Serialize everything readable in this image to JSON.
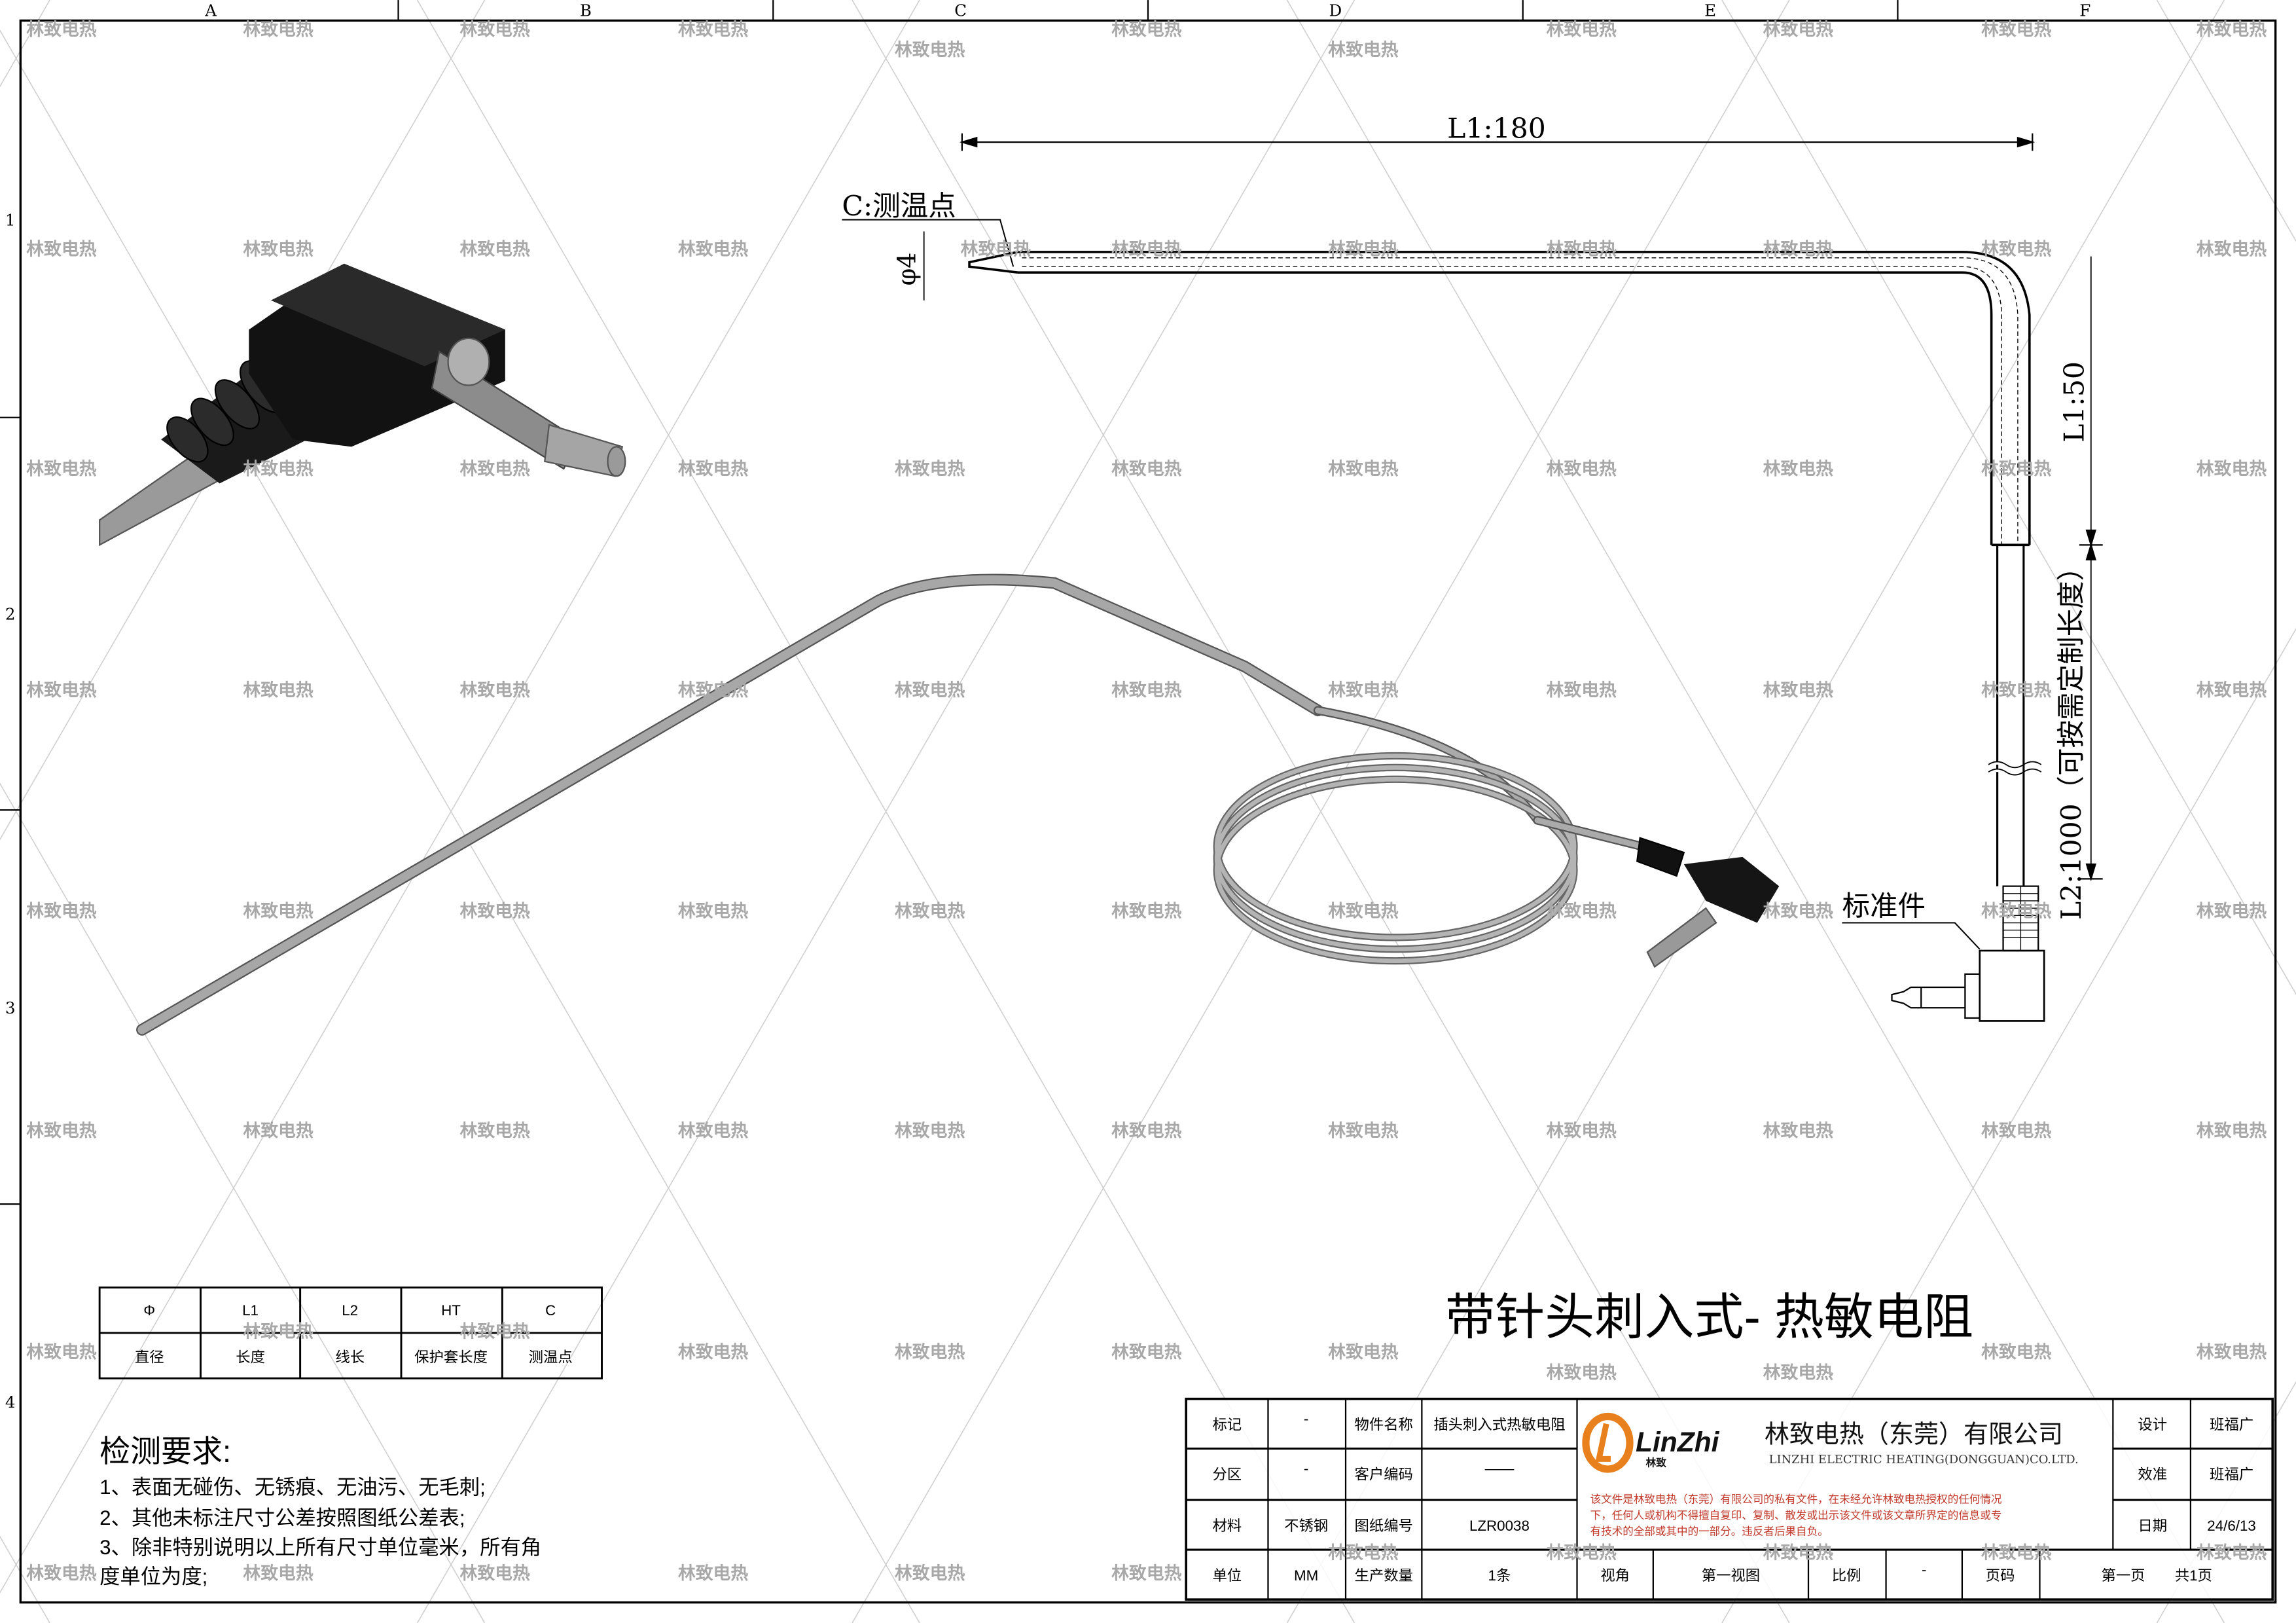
{
  "watermark": "林致电热",
  "grid": {
    "columns": [
      "A",
      "B",
      "C",
      "D",
      "E",
      "F"
    ],
    "rows": [
      "1",
      "2",
      "3",
      "4"
    ]
  },
  "dimensions": {
    "l1_horizontal": "L1:180",
    "probe_point": "C:测温点",
    "diameter": "φ4",
    "l1_vertical": "L1:50",
    "l2": "L2:1000（可按需定制长度）",
    "standard_part": "标准件"
  },
  "drawing_title": "带针头刺入式- 热敏电阻",
  "param_table": {
    "headers": [
      "Φ",
      "L1",
      "L2",
      "HT",
      "C"
    ],
    "descriptions": [
      "直径",
      "长度",
      "线长",
      "保护套长度",
      "测温点"
    ]
  },
  "requirements": {
    "title": "检测要求:",
    "items": [
      "1、表面无碰伤、无锈痕、无油污、无毛刺;",
      "2、其他未标注尺寸公差按照图纸公差表;",
      "3、除非特别说明以上所有尺寸单位毫米，所有角",
      "度单位为度;"
    ]
  },
  "title_block": {
    "mark_label": "标记",
    "mark_value": "-",
    "zone_label": "分区",
    "zone_value": "-",
    "material_label": "材料",
    "material_value": "不锈钢",
    "unit_label": "单位",
    "unit_value": "MM",
    "part_name_label": "物件名称",
    "part_name_value": "插头刺入式热敏电阻",
    "customer_code_label": "客户编码",
    "customer_code_value": "——",
    "drawing_no_label": "图纸编号",
    "drawing_no_value": "LZR0038",
    "quantity_label": "生产数量",
    "quantity_value": "1条",
    "view_label": "视角",
    "view_value": "第一视图",
    "scale_label": "比例",
    "scale_value": "-",
    "page_label": "页码",
    "page_value": "第一页",
    "total_pages": "共1页",
    "design_label": "设计",
    "design_value": "班福广",
    "check_label": "效准",
    "check_value": "班福广",
    "date_label": "日期",
    "date_value": "24/6/13",
    "logo_text": "LinZhi",
    "logo_sub": "林致",
    "company_cn": "林致电热（东莞）有限公司",
    "company_en": "LINZHI ELECTRIC HEATING(DONGGUAN)CO.LTD.",
    "notice": [
      "该文件是林致电热（东莞）有限公司的私有文件，在未经允许林致电热授权的任何情况",
      "下，任何人或机构不得擅自复印、复制、散发或出示该文件或该文章所界定的信息或专",
      "有技术的全部或其中的一部分。违反者后果自负。"
    ],
    "brand_color": "#e8801e",
    "notice_color": "#c0392b"
  }
}
